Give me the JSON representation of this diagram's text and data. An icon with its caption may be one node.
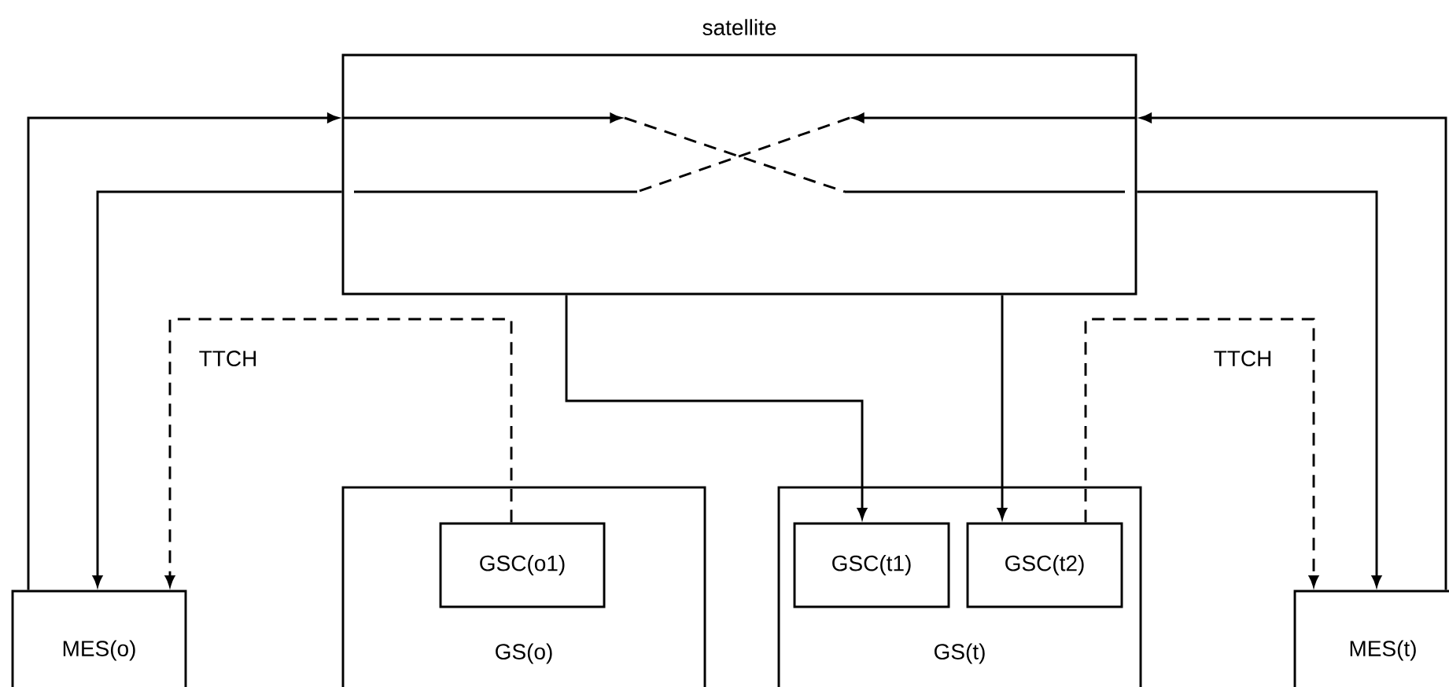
{
  "diagram": {
    "nodes": [
      {
        "text": [
          "satellite"
        ]
      },
      {
        "text": [
          "GS(o)"
        ]
      },
      {
        "text": [
          "GSC(o1)"
        ],
        "in": 1
      },
      {
        "text": [
          "GS(t)"
        ]
      },
      {
        "text": [
          "GSC(t1)"
        ],
        "in": 3
      },
      {
        "text": [
          "GSC(t2)"
        ],
        "in": 3
      },
      {
        "text": [
          "MES(o)"
        ]
      },
      {
        "text": [
          "MES(t)"
        ]
      }
    ],
    "edges": [
      {
        "from": 6,
        "to": 0,
        "arrow": "to"
      },
      {
        "from": 7,
        "to": 0,
        "arrow": "to"
      },
      {
        "from": 0,
        "to": 6,
        "arrow": "to"
      },
      {
        "from": 0,
        "to": 7,
        "arrow": "to"
      },
      {
        "from": 0,
        "to": 4,
        "arrow": "to"
      },
      {
        "from": 0,
        "to": 5,
        "arrow": "to"
      },
      {
        "from": 2,
        "to": 6,
        "arrow": "to",
        "style": "dashed",
        "label": "TTCH"
      },
      {
        "from": 5,
        "to": 7,
        "arrow": "to",
        "style": "dashed",
        "label": "TTCH"
      }
    ]
  }
}
